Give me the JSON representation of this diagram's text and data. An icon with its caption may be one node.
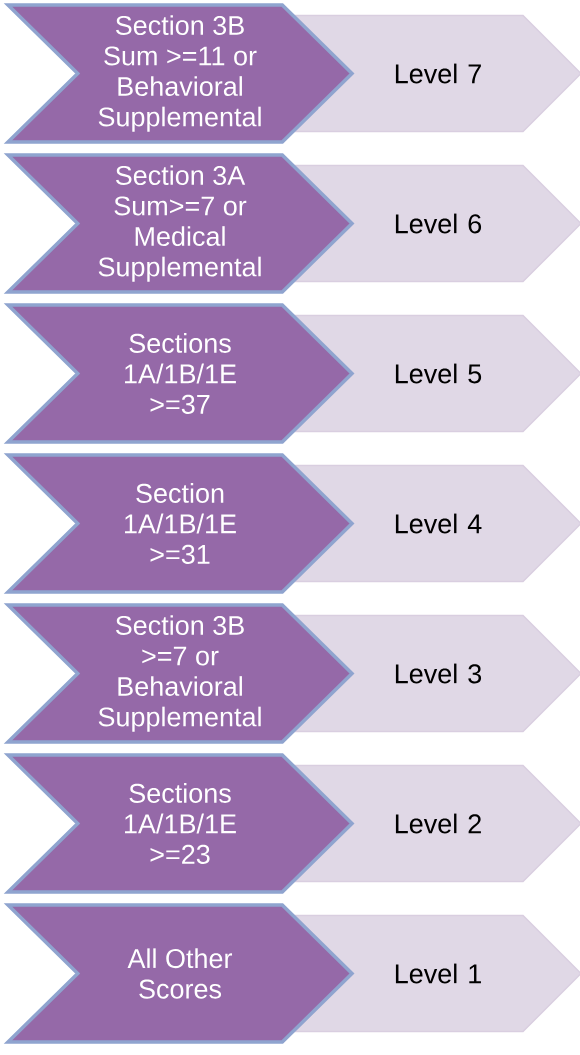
{
  "diagram": {
    "nodes": [
      {
        "text": [
          "Section 3B Sum >=11 or Behavioral Supplemental"
        ]
      },
      {
        "text": [
          "Level 7"
        ]
      },
      {
        "text": [
          "Section 3A Sum>=7 or Medical Supplemental"
        ]
      },
      {
        "text": [
          "Level 6"
        ]
      },
      {
        "text": [
          "Sections 1A/1B/1E >=37"
        ]
      },
      {
        "text": [
          "Level 5"
        ]
      },
      {
        "text": [
          "Section 1A/1B/1E >=31"
        ]
      },
      {
        "text": [
          "Level 4"
        ]
      },
      {
        "text": [
          "Section 3B >=7 or Behavioral Supplemental"
        ]
      },
      {
        "text": [
          "Level 3"
        ]
      },
      {
        "text": [
          "Sections 1A/1B/1E >=23"
        ]
      },
      {
        "text": [
          "Level 2"
        ]
      },
      {
        "text": [
          "All Other Scores"
        ]
      },
      {
        "text": [
          "Level 1"
        ]
      }
    ]
  }
}
